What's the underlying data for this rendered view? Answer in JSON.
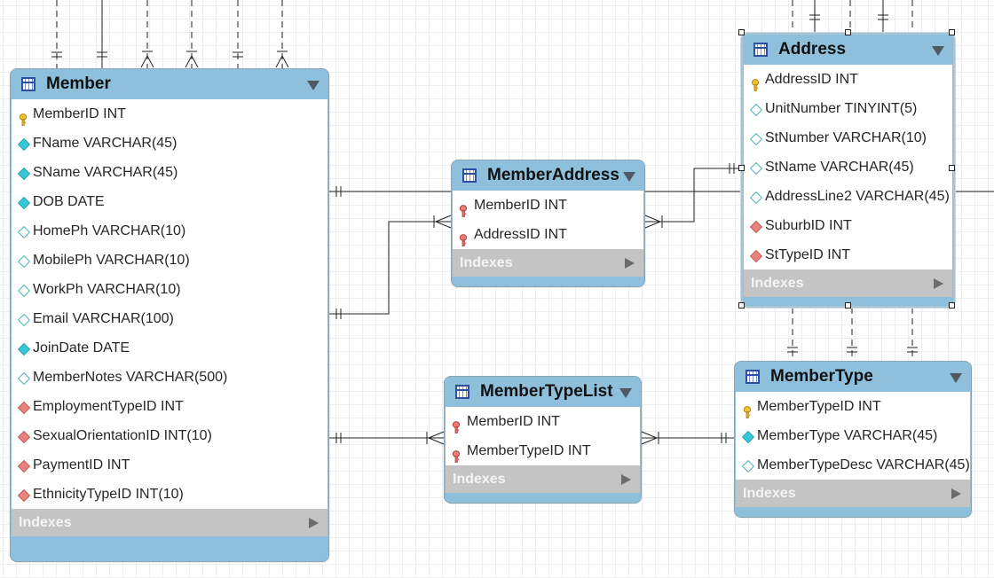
{
  "entities": {
    "member": {
      "name": "Member",
      "columns": [
        {
          "label": "MemberID INT",
          "icon": "primary-key-icon"
        },
        {
          "label": "FName VARCHAR(45)",
          "icon": "not-null-column-icon"
        },
        {
          "label": "SName VARCHAR(45)",
          "icon": "not-null-column-icon"
        },
        {
          "label": "DOB DATE",
          "icon": "not-null-column-icon"
        },
        {
          "label": "HomePh VARCHAR(10)",
          "icon": "nullable-column-icon"
        },
        {
          "label": "MobilePh VARCHAR(10)",
          "icon": "nullable-column-icon"
        },
        {
          "label": "WorkPh VARCHAR(10)",
          "icon": "nullable-column-icon"
        },
        {
          "label": "Email VARCHAR(100)",
          "icon": "nullable-column-icon"
        },
        {
          "label": "JoinDate DATE",
          "icon": "not-null-column-icon"
        },
        {
          "label": "MemberNotes VARCHAR(500)",
          "icon": "nullable-column-icon"
        },
        {
          "label": "EmploymentTypeID INT",
          "icon": "foreign-key-column-icon"
        },
        {
          "label": "SexualOrientationID INT(10)",
          "icon": "foreign-key-column-icon"
        },
        {
          "label": "PaymentID INT",
          "icon": "foreign-key-column-icon"
        },
        {
          "label": "EthnicityTypeID INT(10)",
          "icon": "foreign-key-column-icon"
        }
      ],
      "indexes_label": "Indexes"
    },
    "member_address": {
      "name": "MemberAddress",
      "columns": [
        {
          "label": "MemberID INT",
          "icon": "primary-foreign-key-icon"
        },
        {
          "label": "AddressID INT",
          "icon": "primary-foreign-key-icon"
        }
      ],
      "indexes_label": "Indexes"
    },
    "address": {
      "name": "Address",
      "columns": [
        {
          "label": "AddressID INT",
          "icon": "primary-key-icon"
        },
        {
          "label": "UnitNumber TINYINT(5)",
          "icon": "nullable-column-icon"
        },
        {
          "label": "StNumber VARCHAR(10)",
          "icon": "nullable-column-icon"
        },
        {
          "label": "StName VARCHAR(45)",
          "icon": "nullable-column-icon"
        },
        {
          "label": "AddressLine2 VARCHAR(45)",
          "icon": "nullable-column-icon"
        },
        {
          "label": "SuburbID INT",
          "icon": "foreign-key-column-icon"
        },
        {
          "label": "StTypeID INT",
          "icon": "foreign-key-column-icon"
        }
      ],
      "indexes_label": "Indexes"
    },
    "member_type_list": {
      "name": "MemberTypeList",
      "columns": [
        {
          "label": "MemberID INT",
          "icon": "primary-foreign-key-icon"
        },
        {
          "label": "MemberTypeID INT",
          "icon": "primary-foreign-key-icon"
        }
      ],
      "indexes_label": "Indexes"
    },
    "member_type": {
      "name": "MemberType",
      "columns": [
        {
          "label": "MemberTypeID INT",
          "icon": "primary-key-icon"
        },
        {
          "label": "MemberType VARCHAR(45)",
          "icon": "not-null-column-icon"
        },
        {
          "label": "MemberTypeDesc VARCHAR(45)",
          "icon": "nullable-column-icon"
        }
      ],
      "indexes_label": "Indexes"
    }
  },
  "colors": {
    "header": "#8ec0dc",
    "indexes_bar": "#c4c4c4",
    "relationship_line": "#222222",
    "grid": "#eeeeee"
  }
}
